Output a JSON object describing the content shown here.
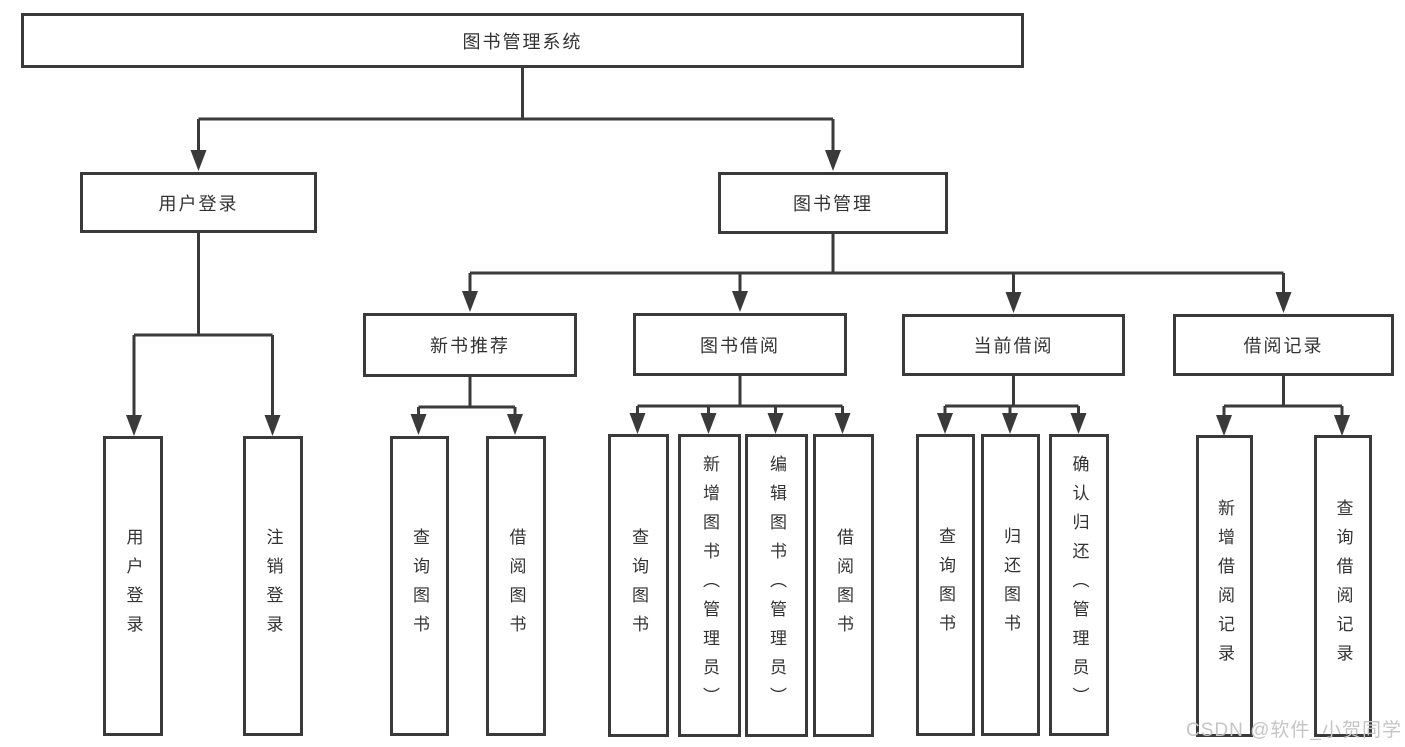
{
  "tree": {
    "root": "图书管理系统",
    "branches": [
      {
        "label": "用户登录",
        "children": [
          {
            "label": "用户登录"
          },
          {
            "label": "注销登录"
          }
        ]
      },
      {
        "label": "图书管理",
        "groups": [
          {
            "label": "新书推荐",
            "children": [
              {
                "label": "查询图书"
              },
              {
                "label": "借阅图书"
              }
            ]
          },
          {
            "label": "图书借阅",
            "children": [
              {
                "label": "查询图书"
              },
              {
                "label": "新增图书（管理员）"
              },
              {
                "label": "编辑图书（管理员）"
              },
              {
                "label": "借阅图书"
              }
            ]
          },
          {
            "label": "当前借阅",
            "children": [
              {
                "label": "查询图书"
              },
              {
                "label": "归还图书"
              },
              {
                "label": "确认归还（管理员）"
              }
            ]
          },
          {
            "label": "借阅记录",
            "children": [
              {
                "label": "新增借阅记录"
              },
              {
                "label": "查询借阅记录"
              }
            ]
          }
        ]
      }
    ]
  },
  "watermark": {
    "text": "CSDN @软件_小贺同学"
  },
  "colors": {
    "line": "#3a3a3a",
    "text": "#333333",
    "background": "#ffffff",
    "watermark": "#c5c5c5"
  }
}
